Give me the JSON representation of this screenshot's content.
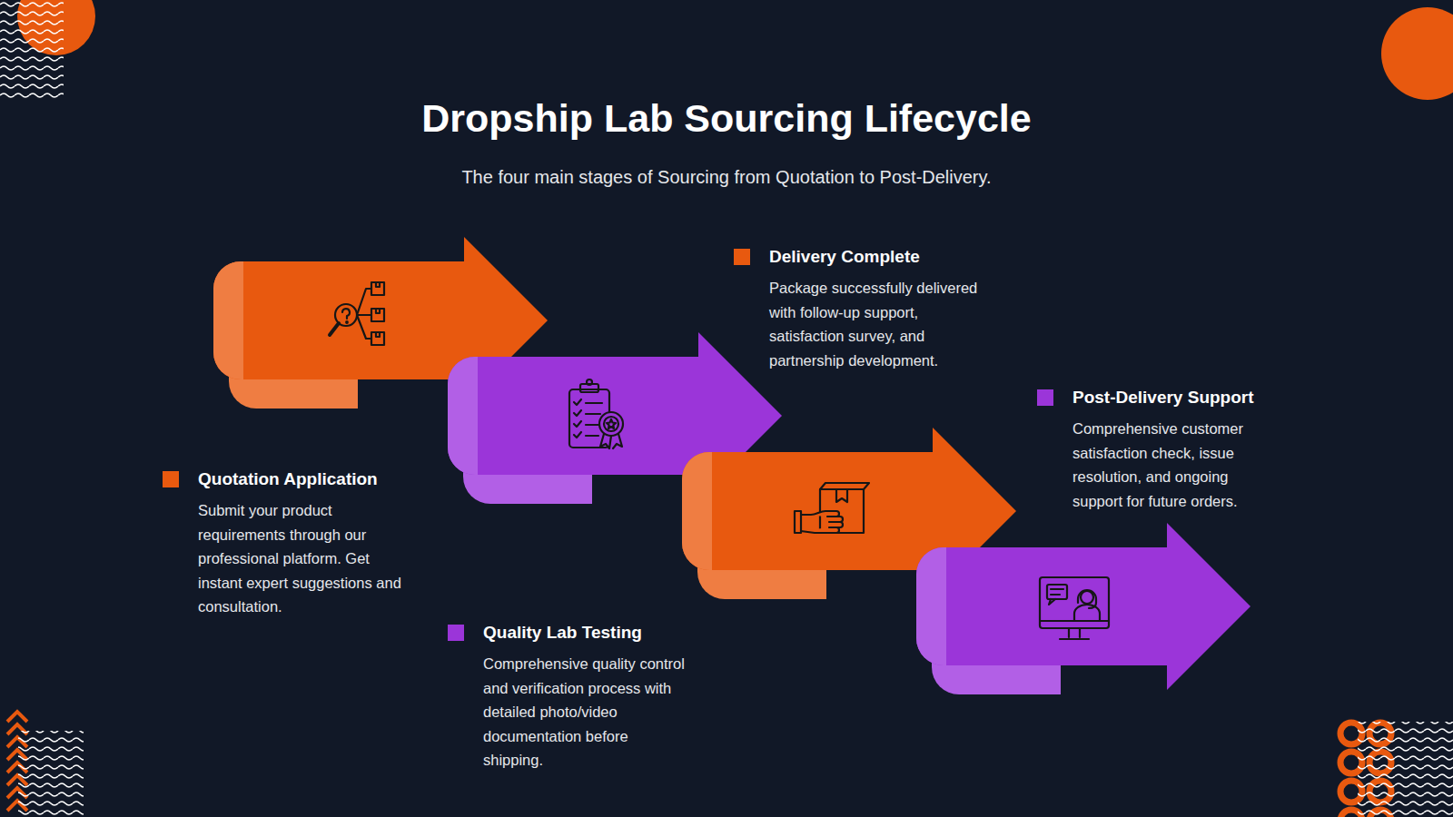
{
  "diagram": {
    "title": "Dropship Lab Sourcing Lifecycle",
    "nodes": [
      {
        "text": [
          "Quotation Application",
          "Submit your product requirements through our professional platform. Get instant expert suggestions and consultation."
        ]
      },
      {
        "text": [
          "Quality Lab Testing",
          "Comprehensive quality control and verification process with detailed photo/video documentation before shipping."
        ]
      },
      {
        "text": [
          "Delivery Complete",
          "Package successfully delivered with follow-up support, satisfaction survey, and partnership development."
        ]
      },
      {
        "text": [
          "Post-Delivery Support",
          "Comprehensive customer satisfaction check, issue resolution, and ongoing support for future orders."
        ]
      }
    ],
    "labels": [
      "The four main stages of Sourcing from Quotation to Post-Delivery."
    ]
  }
}
